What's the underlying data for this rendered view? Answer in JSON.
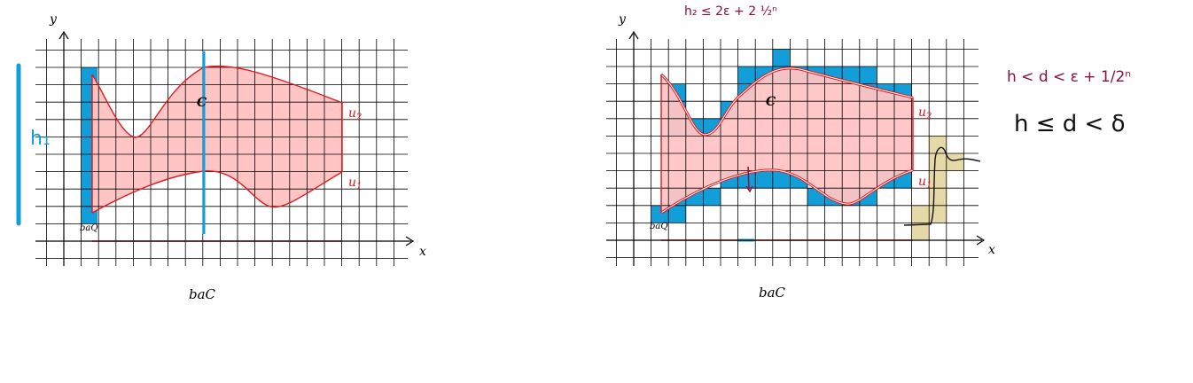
{
  "left_panel": {
    "axis_x": "x",
    "axis_y": "y",
    "point_c": "C",
    "curve_upper": "u",
    "curve_upper_sub": "2",
    "curve_lower": "u",
    "curve_lower_sub": "1",
    "corner_label": "baQ",
    "caption": "baC",
    "handwritten_height": "h₁"
  },
  "right_panel": {
    "axis_x": "x",
    "axis_y": "y",
    "point_c": "C",
    "curve_upper": "u",
    "curve_upper_sub": "2",
    "curve_lower": "u",
    "curve_lower_sub": "1",
    "corner_label": "baQ",
    "caption": "baC",
    "handwritten_top": "h₂ ≤ 2ε + 2 ½ⁿ",
    "handwritten_right_1": "h < d < ε + 1/2ⁿ",
    "handwritten_right_2": "h ≤ d < δ"
  },
  "colors": {
    "region_fill": "#ffc4c4",
    "curve_red": "#e0191e",
    "cell_blue": "#129ed9",
    "cell_tan": "#e6d9a8",
    "ink_maroon": "#8a0f3a",
    "ink_black": "#111111",
    "grid": "#000000"
  }
}
